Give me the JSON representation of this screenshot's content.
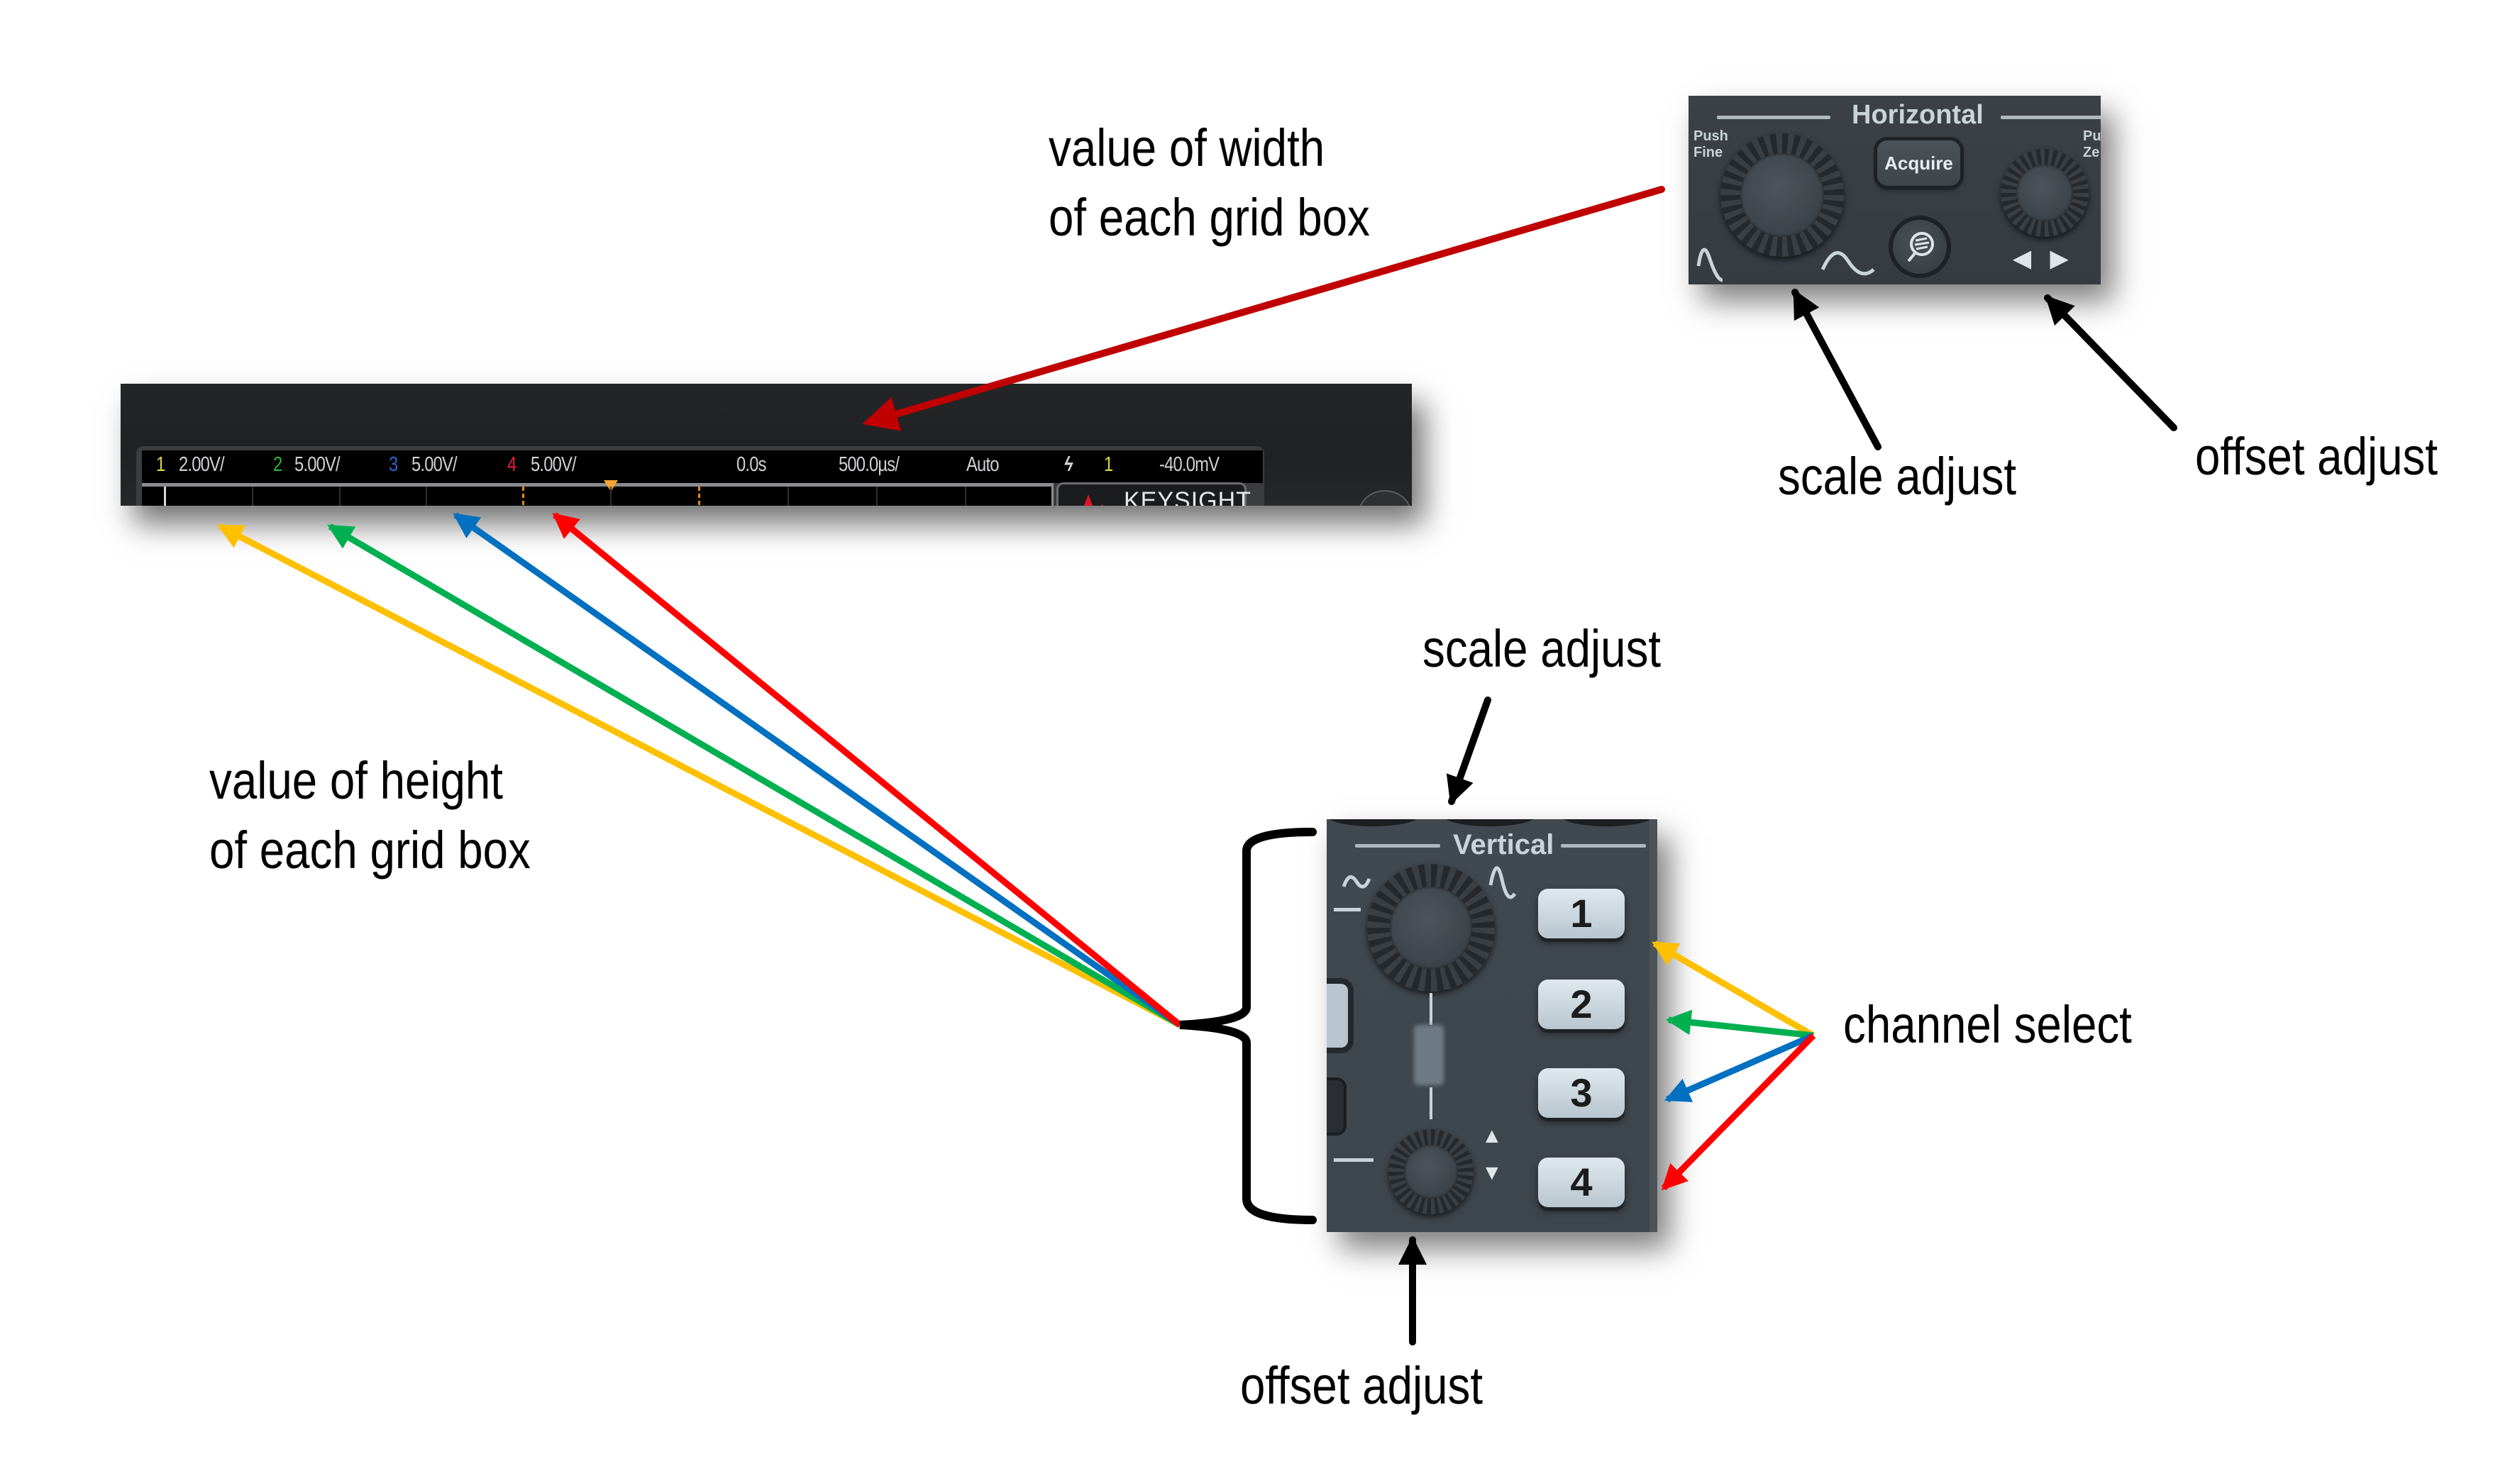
{
  "annotations": {
    "width_label": [
      "value of width",
      "of each grid box"
    ],
    "height_label": [
      "value of height",
      "of each grid box"
    ],
    "horizontal_scale_label": "scale adjust",
    "horizontal_offset_label": "offset adjust",
    "vertical_scale_label": "scale adjust",
    "vertical_offset_label": "offset adjust",
    "channel_select_label": "channel select"
  },
  "colors": {
    "channel_1": "#ffc000",
    "channel_2": "#00b050",
    "channel_3": "#0070c0",
    "channel_4": "#ff0000",
    "width_arrow": "#c00000",
    "pointer_arrow": "#000000"
  },
  "scope_status_bar": {
    "channels": [
      {
        "number": "1",
        "scale": "2.00V/",
        "color": "#d9d93a"
      },
      {
        "number": "2",
        "scale": "5.00V/",
        "color": "#2fb53a"
      },
      {
        "number": "3",
        "scale": "5.00V/",
        "color": "#2f5fd0"
      },
      {
        "number": "4",
        "scale": "5.00V/",
        "color": "#e0203a"
      }
    ],
    "time_offset": "0.0s",
    "timebase": "500.0µs/",
    "trigger_mode": "Auto",
    "trigger_icon": "rising-edge-icon",
    "trigger_source": "1",
    "trigger_level": "-40.0mV",
    "brand": "KEYSIGHT"
  },
  "horizontal_panel": {
    "title": "Horizontal",
    "push_fine": [
      "Push",
      "Fine"
    ],
    "acquire_label": "Acquire",
    "zoom_icon": "zoom-icon",
    "push_zero_partial": [
      "Pu",
      "Ze"
    ],
    "left_arrow": "◀",
    "right_arrow": "▶"
  },
  "vertical_panel": {
    "title": "Vertical",
    "channel_buttons": [
      "1",
      "2",
      "3",
      "4"
    ],
    "up_arrow": "▲",
    "down_arrow": "▼"
  }
}
